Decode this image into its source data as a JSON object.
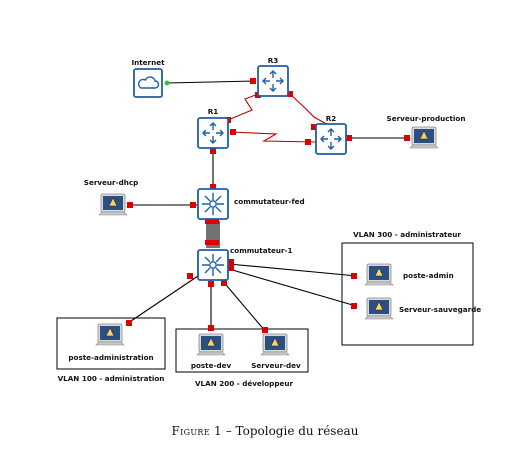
{
  "labels": {
    "internet": "Internet",
    "r3": "R3",
    "r1": "R1",
    "r2": "R2",
    "serveur_production": "Serveur-production",
    "serveur_dhcp": "Serveur-dhcp",
    "commutateur_fed": "commutateur-fed",
    "commutateur_1": "commutateur-1",
    "vlan300": "VLAN 300 - administrateur",
    "poste_admin": "poste-admin",
    "serveur_sauvegarde": "Serveur-sauvegarde",
    "poste_administration": "poste-administration",
    "vlan100": "VLAN 100 - administration",
    "poste_dev": "poste-dev",
    "serveur_dev": "Serveur-dev",
    "vlan200": "VLAN 200 - développeur"
  },
  "caption": {
    "figure": "Figure 1",
    "separator": " – ",
    "text": "Topologie du réseau"
  },
  "colors": {
    "device_blue": "#1f5fa8",
    "link_black": "#000000",
    "serial_red": "#c00000",
    "port_red": "#dd0000",
    "internet_port_green": "#22cc22"
  },
  "icons": {
    "internet": "cloud-icon",
    "router": "router-icon",
    "switch": "switch-icon",
    "workstation": "linux-workstation-icon"
  }
}
